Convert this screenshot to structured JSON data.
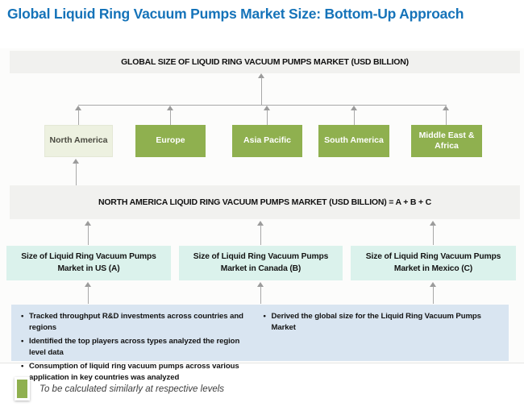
{
  "title": "Global Liquid Ring Vacuum Pumps Market Size: Bottom-Up Approach",
  "colors": {
    "title_blue": "#1573B9",
    "bar_gray": "#F1F1EF",
    "region_green": "#8FB04F",
    "region_highlight_cream": "#EDF1E0",
    "country_teal": "#DBF2EC",
    "analysis_panel_blue": "#D9E5F1",
    "arrow_gray": "#9B9B9B"
  },
  "diagram": {
    "global_bar": "GLOBAL SIZE OF LIQUID RING VACUUM PUMPS MARKET (USD BILLION)",
    "regions": [
      {
        "label": "North America",
        "variant": "highlight"
      },
      {
        "label": "Europe",
        "variant": "green"
      },
      {
        "label": "Asia Pacific",
        "variant": "green"
      },
      {
        "label": "South America",
        "variant": "green"
      },
      {
        "label": "Middle East & Africa",
        "variant": "green"
      }
    ],
    "na_bar": "NORTH AMERICA LIQUID RING VACUUM PUMPS MARKET (USD BILLION) = A + B + C",
    "country_boxes": [
      "Size of Liquid Ring Vacuum Pumps Market in US (A)",
      "Size of Liquid Ring Vacuum Pumps Market in Canada (B)",
      "Size of Liquid Ring Vacuum Pumps Market in Mexico (C)"
    ],
    "analysis_notes_left": [
      "Tracked throughput R&D investments across countries and regions",
      "Identified the top players across types analyzed  the region level data",
      "Consumption of liquid ring vacuum pumps across various application in key countries was analyzed"
    ],
    "analysis_notes_right": [
      "Derived the global size for the Liquid Ring Vacuum Pumps Market"
    ]
  },
  "legend": {
    "swatch_color": "#8FB04F",
    "text": "To be calculated similarly at respective levels"
  }
}
